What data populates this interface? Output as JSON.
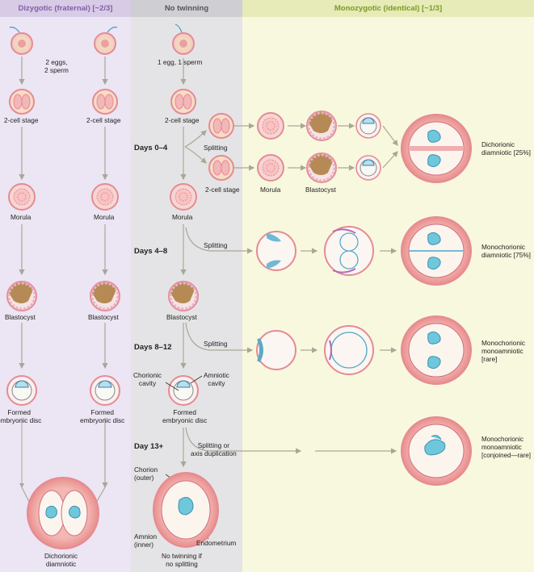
{
  "columns": {
    "dizygotic": {
      "title": "Dizygotic (fraternal)  [~2/3]",
      "color": "#7e5fa8"
    },
    "no_twinning": {
      "title": "No twinning",
      "color": "#555555"
    },
    "monozygotic": {
      "title": "Monozygotic (identical)  [~1/3]",
      "color": "#7a9a24"
    }
  },
  "labels": {
    "two_eggs": "2 eggs,\n2 sperm",
    "one_egg": "1 egg, 1 sperm",
    "two_cell": "2-cell stage",
    "morula": "Morula",
    "blastocyst": "Blastocyst",
    "formed_disc": "Formed\nembryonic disc",
    "splitting": "Splitting",
    "splitting_axis": "Splitting or\naxis duplication",
    "chorionic_cavity": "Chorionic\ncavity",
    "amniotic_cavity": "Amniotic\ncavity",
    "chorion_outer": "Chorion\n(outer)",
    "amnion_inner": "Amnion\n(inner)",
    "endometrium": "Endometrium",
    "no_twinning_if": "No twinning if\nno splitting",
    "dichorionic_diamniotic": "Dichorionic\ndiamniotic"
  },
  "days": [
    "Days 0–4",
    "Days 4–8",
    "Days 8–12",
    "Day 13+"
  ],
  "outcomes": [
    "Dichorionic\ndiamniotic [25%]",
    "Monochorionic\ndiamniotic [75%]",
    "Monochorionic\nmonoamniotic\n[rare]",
    "Monochorionic\nmonoamniotic\n[conjoined—rare]"
  ]
}
